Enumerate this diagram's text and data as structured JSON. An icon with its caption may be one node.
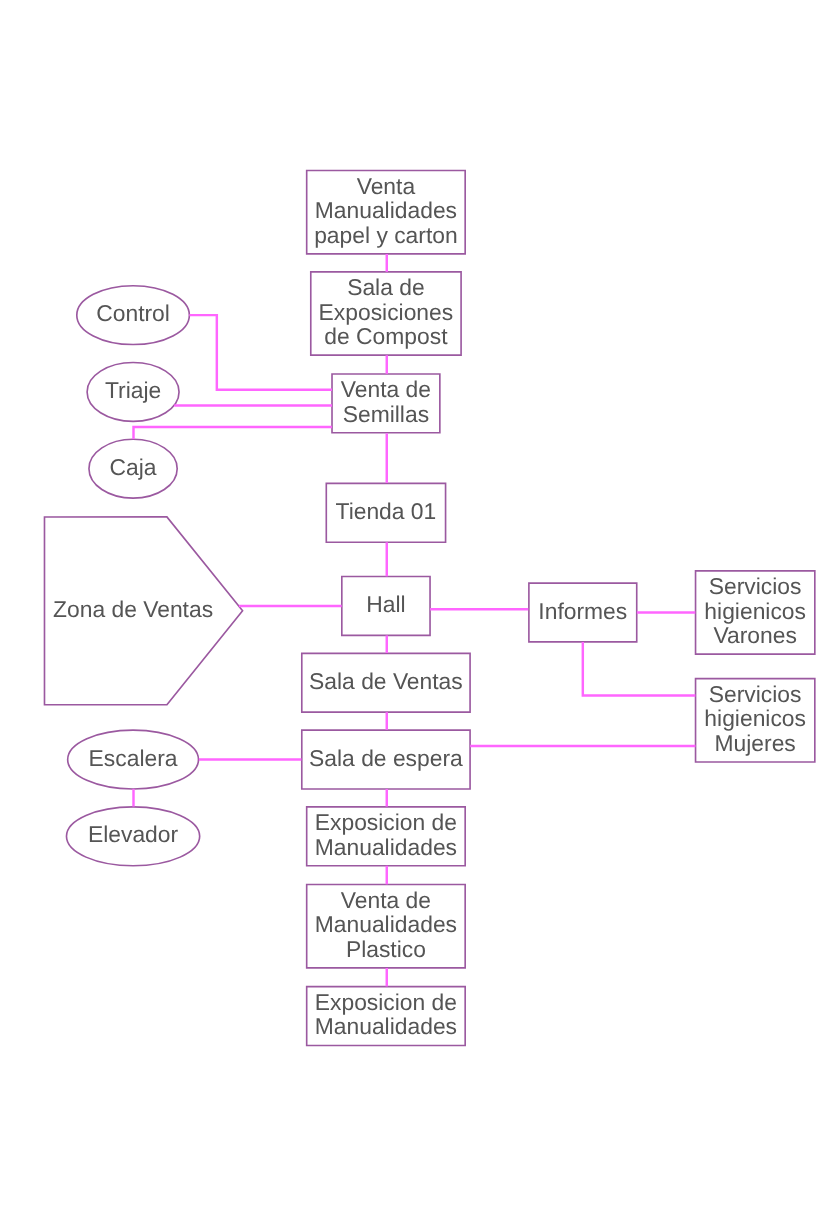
{
  "diagram": {
    "nodes": [
      {
        "text": [
          "Control"
        ]
      },
      {
        "text": [
          "Triaje"
        ]
      },
      {
        "text": [
          "Caja"
        ]
      },
      {
        "text": [
          "Zona de Ventas"
        ]
      },
      {
        "text": [
          "Escalera"
        ]
      },
      {
        "text": [
          "Elevador"
        ]
      },
      {
        "text": [
          "Venta Manualidades papel y carton"
        ]
      },
      {
        "text": [
          "Sala de Exposiciones de Compost"
        ]
      },
      {
        "text": [
          "Venta de Semillas"
        ]
      },
      {
        "text": [
          "Tienda 01"
        ]
      },
      {
        "text": [
          "Hall"
        ]
      },
      {
        "text": [
          "Sala de Ventas"
        ]
      },
      {
        "text": [
          "Sala de espera"
        ]
      },
      {
        "text": [
          "Exposicion de Manualidades"
        ]
      },
      {
        "text": [
          "Venta de Manualidades Plastico"
        ]
      },
      {
        "text": [
          "Exposicion de Manualidades"
        ]
      },
      {
        "text": [
          "Informes"
        ]
      },
      {
        "text": [
          "Servicios higienicos Varones"
        ]
      },
      {
        "text": [
          "Servicios higienicos Mujeres"
        ]
      }
    ],
    "edges": [
      {
        "from": 0,
        "to": 8,
        "arrow": "none"
      },
      {
        "from": 1,
        "to": 8,
        "arrow": "none"
      },
      {
        "from": 2,
        "to": 8,
        "arrow": "none"
      },
      {
        "from": 3,
        "to": 10,
        "arrow": "none"
      },
      {
        "from": 4,
        "to": 12,
        "arrow": "none"
      },
      {
        "from": 4,
        "to": 5,
        "arrow": "none"
      },
      {
        "from": 6,
        "to": 7,
        "arrow": "none"
      },
      {
        "from": 7,
        "to": 8,
        "arrow": "none"
      },
      {
        "from": 8,
        "to": 9,
        "arrow": "none"
      },
      {
        "from": 9,
        "to": 10,
        "arrow": "none"
      },
      {
        "from": 10,
        "to": 11,
        "arrow": "none"
      },
      {
        "from": 11,
        "to": 12,
        "arrow": "none"
      },
      {
        "from": 12,
        "to": 13,
        "arrow": "none"
      },
      {
        "from": 13,
        "to": 14,
        "arrow": "none"
      },
      {
        "from": 14,
        "to": 15,
        "arrow": "none"
      },
      {
        "from": 10,
        "to": 16,
        "arrow": "none"
      },
      {
        "from": 16,
        "to": 17,
        "arrow": "none"
      },
      {
        "from": 16,
        "to": 18,
        "arrow": "none"
      },
      {
        "from": 12,
        "to": 18,
        "arrow": "none"
      }
    ]
  }
}
